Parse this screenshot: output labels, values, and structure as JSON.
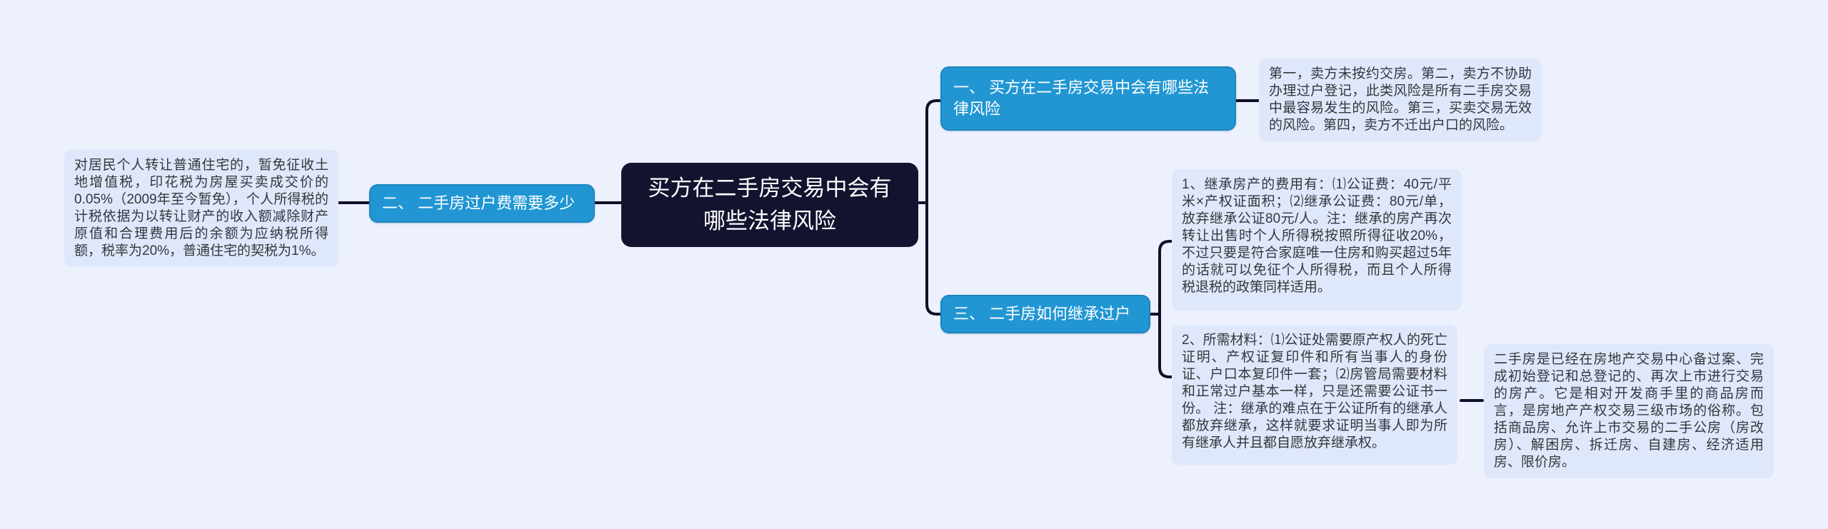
{
  "title": "买方在二手房交易中会有哪些法律风险",
  "colors": {
    "page_bg": "#ecf1fd",
    "node_blue": "#2196d3",
    "node_blue_border": "#1c84be",
    "root_bg": "#131330",
    "note_bg": "#dfe8fb",
    "note_text": "#36363b",
    "connector": "#10102a"
  },
  "root": {
    "label": "买方在二手房交易中会有哪些法律风险"
  },
  "branches": {
    "one": {
      "label": "一、 买方在二手房交易中会有哪些法律风险",
      "note": "第一，卖方未按约交房。第二，卖方不协助办理过户登记，此类风险是所有二手房交易中最容易发生的风险。第三，买卖交易无效的风险。第四，卖方不迁出户口的风险。"
    },
    "two": {
      "label": "二、 二手房过户费需要多少",
      "note": "对居民个人转让普通住宅的，暂免征收土地增值税，印花税为房屋买卖成交价的0.05%（2009年至今暂免），个人所得税的计税依据为以转让财产的收入额减除财产原值和合理费用后的余额为应纳税所得额，税率为20%，普通住宅的契税为1%。"
    },
    "three": {
      "label": "三、 二手房如何继承过户",
      "note1": "1、继承房产的费用有：⑴公证费：40元/平米×产权证面积；⑵继承公证费：80元/单，放弃继承公证80元/人。注：继承的房产再次转让出售时个人所得税按照所得征收20%，不过只要是符合家庭唯一住房和购买超过5年的话就可以免征个人所得税，而且个人所得税退税的政策同样适用。",
      "note2": "2、所需材料：⑴公证处需要原产权人的死亡证明、产权证复印件和所有当事人的身份证、户口本复印件一套；⑵房管局需要材料和正常过户基本一样，只是还需要公证书一份。 注：继承的难点在于公证所有的继承人都放弃继承，这样就要求证明当事人即为所有继承人并且都自愿放弃继承权。",
      "subnote": "二手房是已经在房地产交易中心备过案、完成初始登记和总登记的、再次上市进行交易的房产。它是相对开发商手里的商品房而言，是房地产产权交易三级市场的俗称。包括商品房、允许上市交易的二手公房（房改房）、解困房、拆迁房、自建房、经济适用房、限价房。"
    }
  }
}
